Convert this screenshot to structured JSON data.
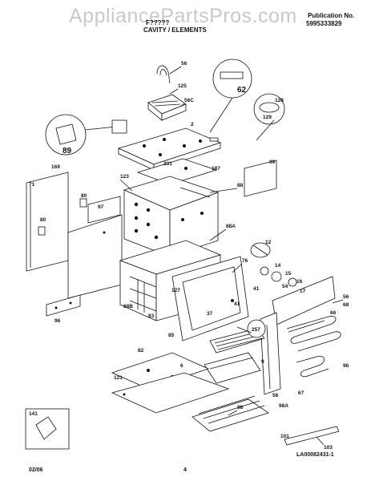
{
  "header": {
    "watermark": "AppliancePartsPros.com",
    "title_line1": "F?????",
    "title_line2": "CAVITY / ELEMENTS",
    "publication_label": "Publication No.",
    "publication_number": "5995333829"
  },
  "footer": {
    "date": "02/06",
    "page_number": "4",
    "drawing_id": "LA00082431-1"
  },
  "callouts": {
    "c56_top": "56",
    "c125": "125",
    "c56C": "56C",
    "c2": "2",
    "c62": "62",
    "c128": "128",
    "c129": "129",
    "c89": "89",
    "c169": "169",
    "c71": "71",
    "c123": "123",
    "c231": "231",
    "c187": "187",
    "c99": "99",
    "c88": "88",
    "c80_a": "80",
    "c97": "97",
    "c80_b": "80",
    "c88A": "88A",
    "c12": "12",
    "c76": "76",
    "c14": "14",
    "c15": "15",
    "c16": "16",
    "c17": "17",
    "c54": "54",
    "c56_right": "56",
    "c68": "68",
    "c66": "66",
    "c41_a": "41",
    "c127": "127",
    "c41_b": "41",
    "c37": "37",
    "c257": "257",
    "c83": "83",
    "c96_a": "96",
    "c88B": "88B",
    "c85": "85",
    "c82": "82",
    "c6": "6",
    "c9": "9",
    "c121": "121",
    "c88_bottom": "88",
    "c96_b": "96",
    "c67": "67",
    "c56_bottom": "56",
    "c98A": "98A",
    "c101": "101",
    "c103": "103",
    "c141": "141"
  }
}
